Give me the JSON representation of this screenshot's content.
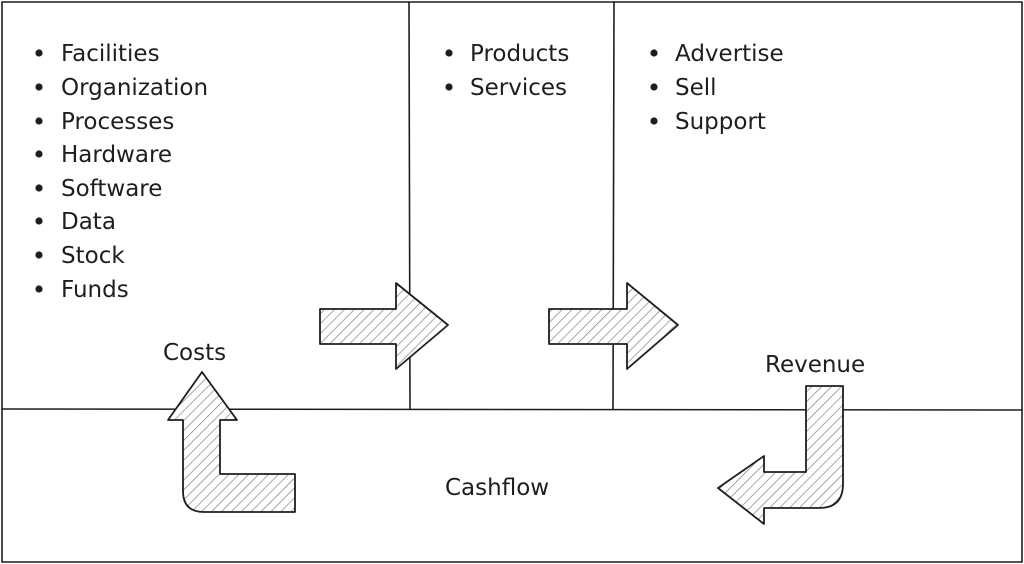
{
  "resources": {
    "items": [
      "Facilities",
      "Organization",
      "Processes",
      "Hardware",
      "Software",
      "Data",
      "Stock",
      "Funds"
    ]
  },
  "offerings": {
    "items": [
      "Products",
      "Services"
    ]
  },
  "marketing": {
    "items": [
      "Advertise",
      "Sell",
      "Support"
    ]
  },
  "labels": {
    "costs": "Costs",
    "revenue": "Revenue",
    "cashflow": "Cashflow"
  },
  "colors": {
    "stroke": "#1e1e1e",
    "hatch": "#7a7a7a",
    "background": "#ffffff"
  }
}
